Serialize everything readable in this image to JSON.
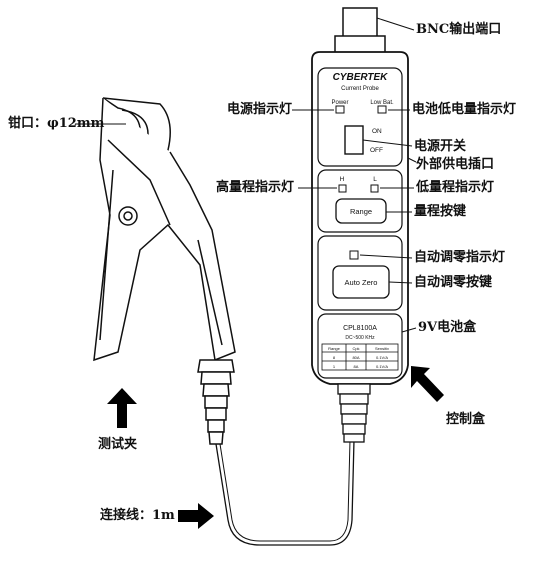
{
  "callouts": {
    "bnc_output": "BNC输出端口",
    "power_led": "电源指示灯",
    "low_battery_led": "电池低电量指示灯",
    "jaw_opening": "钳口：φ12mm",
    "power_switch": "电源开关",
    "external_power": "外部供电插口",
    "high_range_led": "高量程指示灯",
    "low_range_led": "低量程指示灯",
    "range_key": "量程按键",
    "auto_zero_led": "自动调零指示灯",
    "auto_zero_key": "自动调零按键",
    "battery_box": "9V电池盒",
    "control_box": "控制盒",
    "test_clamp": "测试夹",
    "cable": "连接线：1m"
  },
  "device": {
    "brand": "CYBERTEK",
    "subtitle": "Current Probe",
    "power_label": "Power",
    "low_bat_label": "Low Bat.",
    "on_label": "ON",
    "off_label": "OFF",
    "h_label": "H",
    "l_label": "L",
    "range_button": "Range",
    "auto_zero_button": "Auto Zero",
    "model": "CPL8100A",
    "spec": "DC~500 KHz",
    "table_headers": [
      "Range",
      "Cpk",
      "Sensitiv"
    ],
    "table_rows": [
      [
        "8",
        "80A",
        "0.1V/A"
      ],
      [
        "1",
        "8A",
        "0.1V/A"
      ]
    ]
  }
}
